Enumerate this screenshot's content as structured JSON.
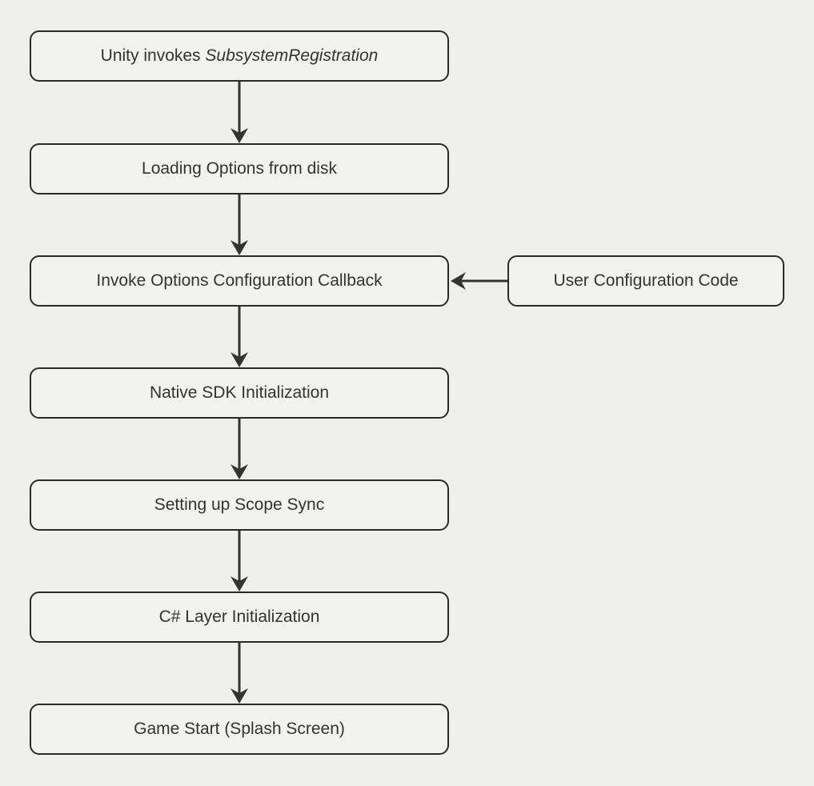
{
  "diagram": {
    "type": "flowchart",
    "direction": "top-down",
    "nodes": [
      {
        "id": "unity-invokes-subsystemregistration",
        "label_regular": "Unity invokes ",
        "label_italic": "SubsystemRegistration"
      },
      {
        "id": "loading-options-from-disk",
        "label": "Loading Options from disk"
      },
      {
        "id": "invoke-options-configuration-callback",
        "label": "Invoke Options Configuration Callback"
      },
      {
        "id": "native-sdk-initialization",
        "label": "Native SDK Initialization"
      },
      {
        "id": "setting-up-scope-sync",
        "label": "Setting up Scope Sync"
      },
      {
        "id": "csharp-layer-initialization",
        "label": "C# Layer Initialization"
      },
      {
        "id": "game-start-splash-screen",
        "label": "Game Start (Splash Screen)"
      },
      {
        "id": "user-configuration-code",
        "label": "User Configuration Code"
      }
    ],
    "edges": [
      {
        "from": "unity-invokes-subsystemregistration",
        "to": "loading-options-from-disk"
      },
      {
        "from": "loading-options-from-disk",
        "to": "invoke-options-configuration-callback"
      },
      {
        "from": "user-configuration-code",
        "to": "invoke-options-configuration-callback"
      },
      {
        "from": "invoke-options-configuration-callback",
        "to": "native-sdk-initialization"
      },
      {
        "from": "native-sdk-initialization",
        "to": "setting-up-scope-sync"
      },
      {
        "from": "setting-up-scope-sync",
        "to": "csharp-layer-initialization"
      },
      {
        "from": "csharp-layer-initialization",
        "to": "game-start-splash-screen"
      }
    ],
    "colors": {
      "background": "#efefed",
      "node_fill": "#f2f2f0",
      "node_border": "#2a2a2a",
      "text": "#333333",
      "arrow": "#333333"
    }
  }
}
